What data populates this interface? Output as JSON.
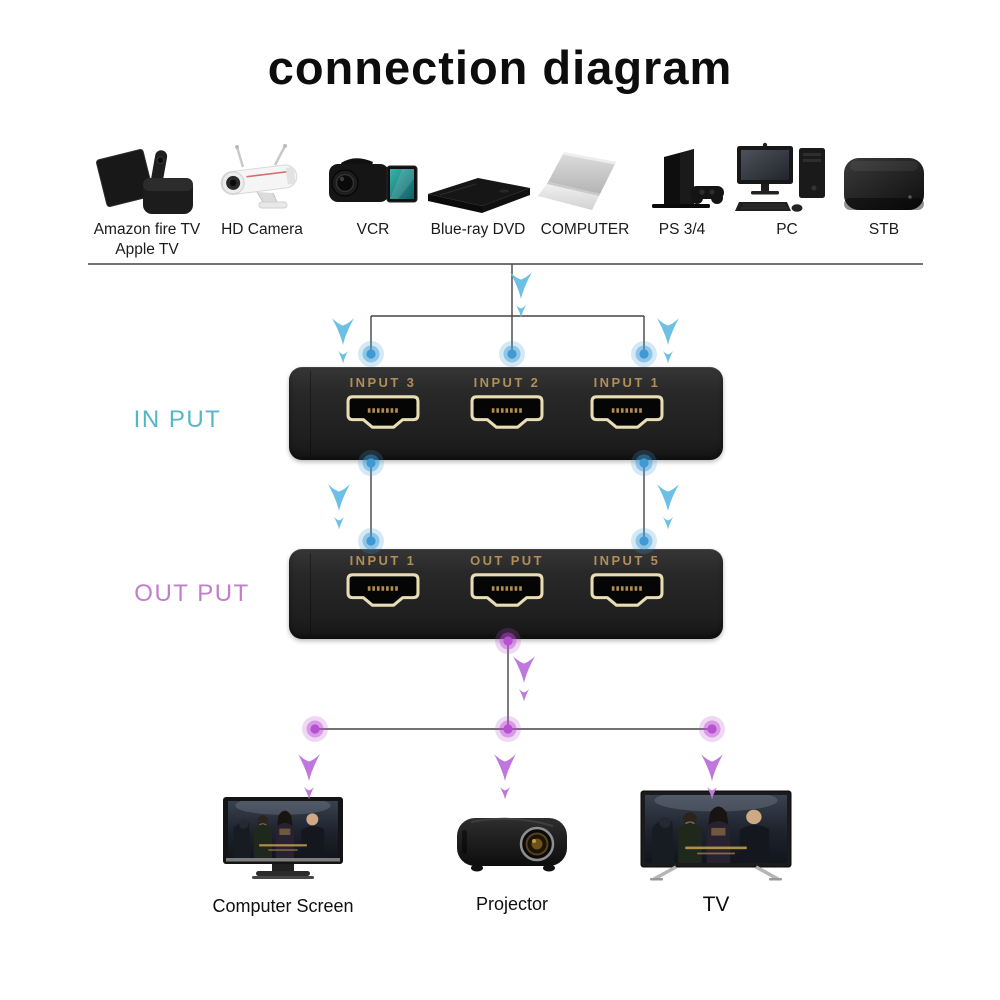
{
  "title": "connection diagram",
  "sources": [
    {
      "label": "Amazon fire TV",
      "label2": "Apple TV",
      "icon": "fire-tv-apple-tv-icon"
    },
    {
      "label": "HD Camera",
      "icon": "hd-camera-icon"
    },
    {
      "label": "VCR",
      "icon": "camcorder-icon"
    },
    {
      "label": "Blue-ray DVD",
      "icon": "bluray-player-icon"
    },
    {
      "label": "COMPUTER",
      "icon": "laptop-icon"
    },
    {
      "label": "PS 3/4",
      "icon": "playstation-icon"
    },
    {
      "label": "PC",
      "icon": "desktop-pc-icon"
    },
    {
      "label": "STB",
      "icon": "set-top-box-icon"
    }
  ],
  "hdmi_switch": {
    "input_side_label": "IN PUT",
    "output_side_label": "OUT PUT",
    "top_box_ports": [
      "INPUT 3",
      "INPUT 2",
      "INPUT 1"
    ],
    "bottom_box_ports": [
      "INPUT 1",
      "OUT PUT",
      "INPUT 5"
    ]
  },
  "sinks": [
    {
      "label": "Computer Screen",
      "icon": "monitor-icon"
    },
    {
      "label": "Projector",
      "icon": "projector-icon"
    },
    {
      "label": "TV",
      "icon": "tv-icon"
    }
  ],
  "colors": {
    "input_flow_arrow": "#6cc0e6",
    "input_node": "#3d9ad4",
    "output_flow_arrow": "#bf77dd",
    "output_node": "#b94fd2",
    "input_side_label": "#53b7c6",
    "output_side_label": "#c17fc9",
    "port_label": "#b08e58",
    "port_outline": "#e9ddb4",
    "connector_line": "#454545"
  }
}
